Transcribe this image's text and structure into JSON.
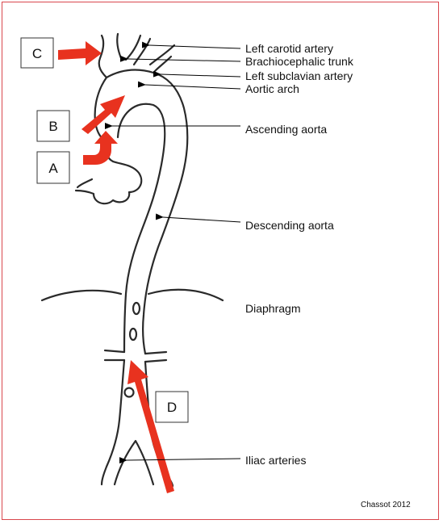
{
  "labels": {
    "left_carotid": "Left carotid artery",
    "brachiocephalic": "Brachiocephalic trunk",
    "left_subclavian": "Left subclavian artery",
    "aortic_arch": "Aortic arch",
    "ascending_aorta": "Ascending aorta",
    "descending_aorta": "Descending aorta",
    "diaphragm": "Diaphragm",
    "iliac": "Iliac arteries"
  },
  "boxes": {
    "a": "A",
    "b": "B",
    "c": "C",
    "d": "D"
  },
  "credit": "Chassot 2012",
  "colors": {
    "arrow": "#e8321f",
    "frame": "#d9474d",
    "outline": "#2a2a2a"
  }
}
